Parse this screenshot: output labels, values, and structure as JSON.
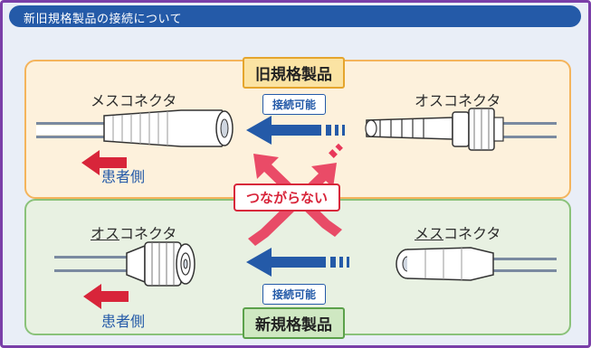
{
  "header": {
    "title": "新旧規格製品の接続について"
  },
  "old_spec": {
    "title": "旧規格製品",
    "left_label": "メスコネクタ",
    "right_label": "オスコネクタ",
    "connect_label": "接続可能",
    "patient_label": "患者側"
  },
  "new_spec": {
    "title": "新規格製品",
    "left_label_main": "オス",
    "left_label_suffix": "コネクタ",
    "right_label_main": "メス",
    "right_label_suffix": "コネクタ",
    "connect_label": "接続可能",
    "patient_label": "患者側"
  },
  "cross": {
    "label": "つながらない"
  },
  "colors": {
    "header_bg": "#245aa8",
    "old_panel_bg": "#fdf1dc",
    "new_panel_bg": "#e8f1e2",
    "connect_arrow": "#245aa8",
    "patient_arrow": "#d8253a",
    "cross_arrow": "#e8385a"
  }
}
